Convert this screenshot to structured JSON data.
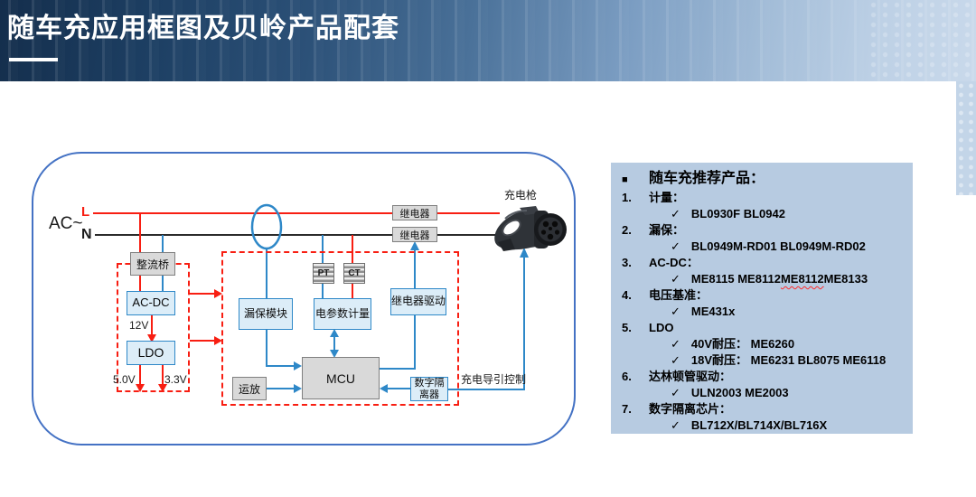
{
  "header": {
    "title": "随车充应用框图及贝岭产品配套"
  },
  "diagram": {
    "ac_label": "AC~",
    "l_label": "L",
    "n_label": "N",
    "boxes": {
      "rectifier": "整流桥",
      "acdc": "AC-DC",
      "ldo": "LDO",
      "leakage": "漏保模块",
      "pt": "PT",
      "ct": "CT",
      "metering": "电参数计量",
      "relay1": "继电器",
      "relay2": "继电器",
      "relay_driver": "继电器驱动",
      "mcu": "MCU",
      "opamp": "运放",
      "isolator_line1": "数字隔",
      "isolator_line2": "离器"
    },
    "labels": {
      "v12": "12V",
      "v5": "5.0V",
      "v33": "3.3V",
      "pilot": "充电导引控制",
      "gun": "充电枪"
    }
  },
  "products": {
    "bullet": "■",
    "title": "随车充推荐产品：",
    "checkmark": "✓",
    "items": [
      {
        "num": "1.",
        "title": "计量：",
        "checks": [
          "BL0930F BL0942"
        ]
      },
      {
        "num": "2.",
        "title": "漏保：",
        "checks": [
          "BL0949M-RD01 BL0949M-RD02"
        ]
      },
      {
        "num": "3.",
        "title": "AC-DC：",
        "parts": [
          "ME8115 ME8112 ",
          "ME8112",
          " ME8133"
        ]
      },
      {
        "num": "4.",
        "title": "电压基准：",
        "checks": [
          "ME431x"
        ]
      },
      {
        "num": "5.",
        "title": "LDO",
        "checks": [
          "40V耐压： ME6260",
          "18V耐压： ME6231 BL8075 ME6118"
        ]
      },
      {
        "num": "6.",
        "title": "达林顿管驱动：",
        "checks": [
          "ULN2003 ME2003"
        ]
      },
      {
        "num": "7.",
        "title": "数字隔离芯片：",
        "checks": [
          "BL712X/BL714X/BL716X"
        ]
      }
    ]
  },
  "colors": {
    "accent_red": "#f81e12",
    "accent_blue": "#2e88c8",
    "panel_bg": "#b7cbe1",
    "header_dark": "#142e4c",
    "header_light": "#c9d9eb",
    "box_blue_fill": "#dcedf8",
    "box_gray_fill": "#d9d9d9",
    "container_border": "#4472c4"
  }
}
